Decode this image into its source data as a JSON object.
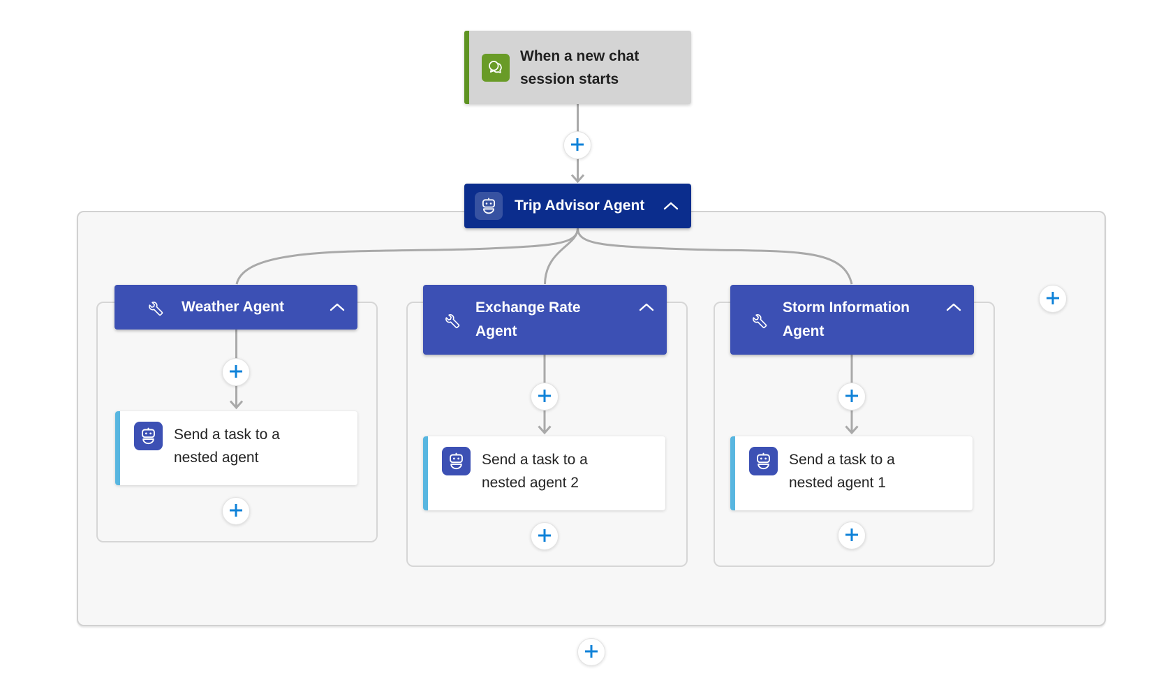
{
  "trigger": {
    "title": "When a new chat session starts",
    "icon": "chat-bubbles-icon"
  },
  "root_agent": {
    "title": "Trip Advisor Agent",
    "icon": "robot-icon",
    "collapse_icon": "chevron-up-icon"
  },
  "branches": [
    {
      "title": "Weather Agent",
      "icon": "wrench-icon",
      "collapse_icon": "chevron-up-icon",
      "action": {
        "title": "Send a task to a nested agent",
        "icon": "robot-icon"
      }
    },
    {
      "title": "Exchange Rate Agent",
      "icon": "wrench-icon",
      "collapse_icon": "chevron-up-icon",
      "action": {
        "title": "Send a task to a nested agent 2",
        "icon": "robot-icon"
      }
    },
    {
      "title": "Storm Information Agent",
      "icon": "wrench-icon",
      "collapse_icon": "chevron-up-icon",
      "action": {
        "title": "Send a task to a nested agent 1",
        "icon": "robot-icon"
      }
    }
  ],
  "plus_buttons": {
    "count": 9,
    "icon": "plus-icon"
  },
  "colors": {
    "root_agent_blue": "#0b2d8d",
    "agent_blue": "#3c50b4",
    "trigger_green": "#699b27",
    "trigger_gray": "#d4d4d4",
    "accent_cyan": "#58b6e0",
    "plus_blue": "#0f82d8",
    "connector_gray": "#a9a9a9",
    "scope_background": "#f7f7f7"
  }
}
